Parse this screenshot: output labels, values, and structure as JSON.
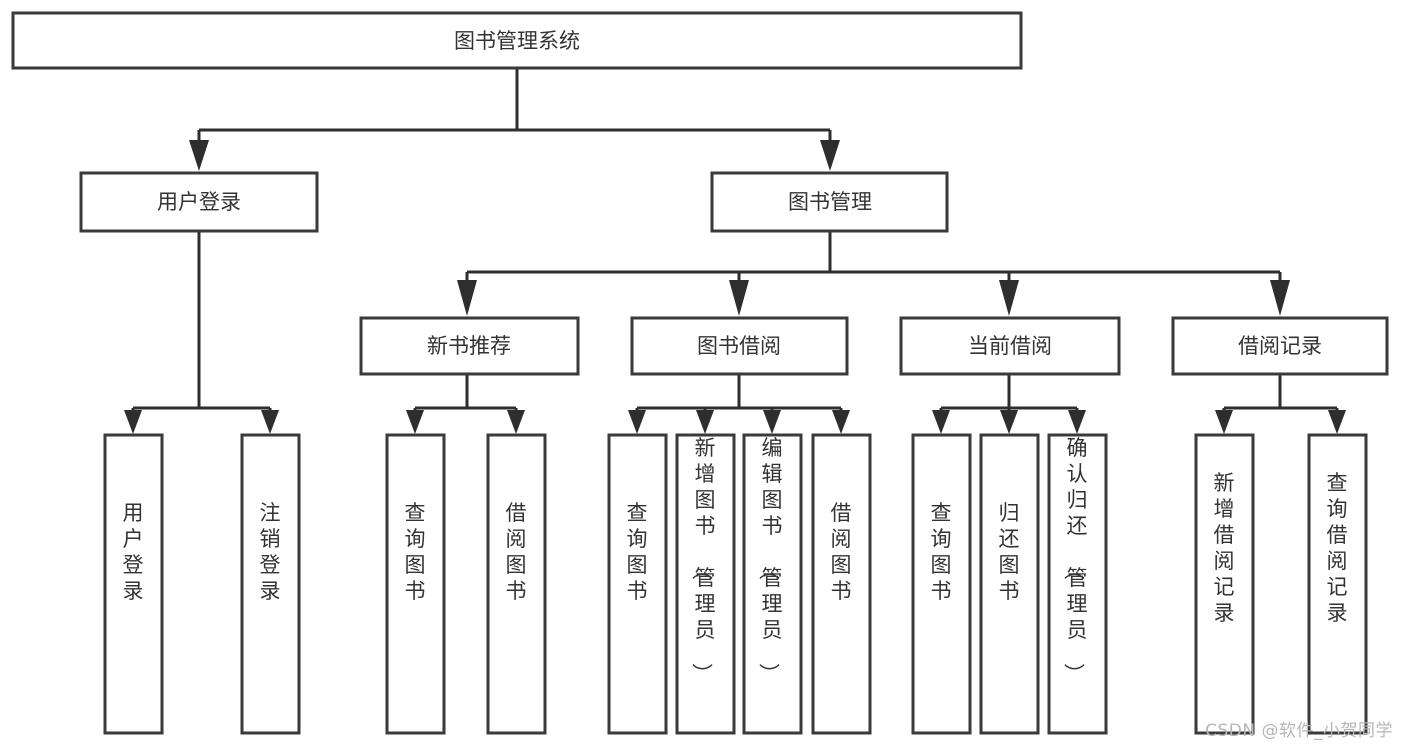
{
  "diagram": {
    "title": "图书管理系统",
    "type": "tree-hierarchy",
    "watermark": "CSDN @软件_小贺同学",
    "colors": {
      "background": "#ffffff",
      "box_stroke": "#3a3a3a",
      "connector": "#2e2e2e",
      "text": "#333333",
      "watermark_text": "#b6b6b6"
    },
    "nodes": {
      "root": {
        "label": "图书管理系统"
      },
      "level1": [
        {
          "label": "用户登录"
        },
        {
          "label": "图书管理"
        }
      ],
      "level2": [
        {
          "label": "新书推荐"
        },
        {
          "label": "图书借阅"
        },
        {
          "label": "当前借阅"
        },
        {
          "label": "借阅记录"
        }
      ],
      "leaves": {
        "user_login": [
          {
            "label": "用户登录"
          },
          {
            "label": "注销登录"
          }
        ],
        "new_book_recommend": [
          {
            "label": "查询图书"
          },
          {
            "label": "借阅图书"
          }
        ],
        "book_borrow": [
          {
            "label": "查询图书"
          },
          {
            "label": "新增图书（管理员）"
          },
          {
            "label": "编辑图书（管理员）"
          },
          {
            "label": "借阅图书"
          }
        ],
        "current_borrow": [
          {
            "label": "查询图书"
          },
          {
            "label": "归还图书"
          },
          {
            "label": "确认归还（管理员）"
          }
        ],
        "borrow_record": [
          {
            "label": "新增借阅记录"
          },
          {
            "label": "查询借阅记录"
          }
        ]
      }
    }
  }
}
